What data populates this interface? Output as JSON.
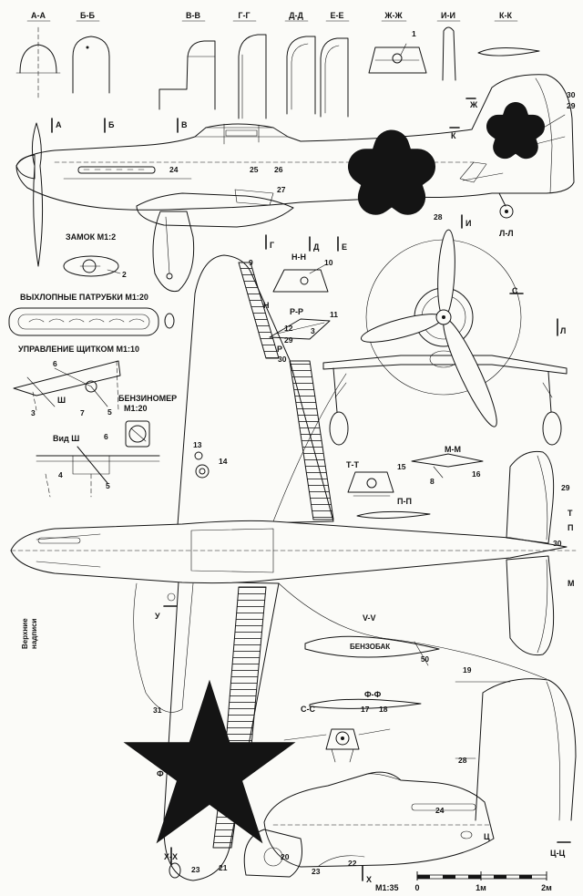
{
  "sections": {
    "aa": "А-А",
    "bb": "Б-Б",
    "vv": "В-В",
    "gg": "Г-Г",
    "dd": "Д-Д",
    "ee": "Е-Е",
    "zh": "Ж-Ж",
    "ii": "И-И",
    "kk": "К-К",
    "ll": "Л-Л",
    "nn": "Н-Н",
    "rr": "Р-Р",
    "tt": "Т-Т",
    "mm": "М-М",
    "pp": "П-П",
    "uu": "V-V",
    "ff": "Ф-Ф",
    "ss": "С-С",
    "hh": "Х-Х",
    "cc": "Ц-Ц"
  },
  "markers": {
    "a": "А",
    "b": "Б",
    "v": "В",
    "g": "Г",
    "d": "Д",
    "e": "Е",
    "zh": "Ж",
    "i": "И",
    "k": "К",
    "l": "Л",
    "m": "М",
    "n": "Н",
    "p": "П",
    "r": "Р",
    "s": "С",
    "t": "Т",
    "u": "У",
    "f": "Ф",
    "h": "Х",
    "c": "Ц",
    "sh": "Ш"
  },
  "labels": {
    "lock": "ЗАМОК М1:2",
    "exhaust": "ВЫХЛОПНЫЕ ПАТРУБКИ М1:20",
    "flap_control": "УПРАВЛЕНИЕ ЩИТКОМ М1:10",
    "fuel_gauge_1": "БЕНЗИНОМЕР",
    "fuel_gauge_2": "М1:20",
    "view_sh": "Вид Ш",
    "fuel_tank": "БЕНЗОБАК",
    "upper_markings_1": "Верхние",
    "upper_markings_2": "надписи"
  },
  "numbers": {
    "n1": "1",
    "n2": "2",
    "n3": "3",
    "n4": "4",
    "n5": "5",
    "n6": "6",
    "n7": "7",
    "n8": "8",
    "n9": "9",
    "n10": "10",
    "n11": "11",
    "n12": "12",
    "n13": "13",
    "n14": "14",
    "n15": "15",
    "n16": "16",
    "n17": "17",
    "n18": "18",
    "n19": "19",
    "n20": "20",
    "n21": "21",
    "n22": "22",
    "n23": "23",
    "n24": "24",
    "n25": "25",
    "n26": "26",
    "n27": "27",
    "n28": "28",
    "n29": "29",
    "n30": "30",
    "n31": "31",
    "n50": "50"
  },
  "scale": {
    "ratio": "М1:35",
    "zero": "0",
    "one": "1м",
    "two": "2м"
  },
  "colors": {
    "ink": "#141414",
    "paper": "#fbfbf8"
  }
}
